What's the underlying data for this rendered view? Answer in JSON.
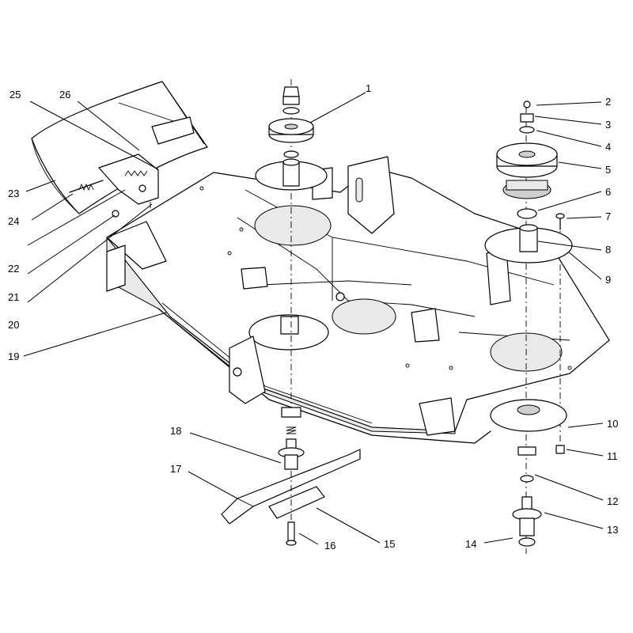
{
  "callouts": {
    "c1": "1",
    "c2": "2",
    "c3": "3",
    "c4": "4",
    "c5": "5",
    "c6": "6",
    "c7": "7",
    "c8": "8",
    "c9": "9",
    "c10": "10",
    "c11": "11",
    "c12": "12",
    "c13": "13",
    "c14": "14",
    "c15": "15",
    "c16": "16",
    "c17": "17",
    "c18": "18",
    "c19": "19",
    "c20": "20",
    "c21": "21",
    "c22": "22",
    "c23": "23",
    "c24": "24",
    "c25": "25",
    "c26": "26"
  },
  "colors": {
    "line": "#000000",
    "background": "#ffffff",
    "shade": "#e9e9e9"
  }
}
